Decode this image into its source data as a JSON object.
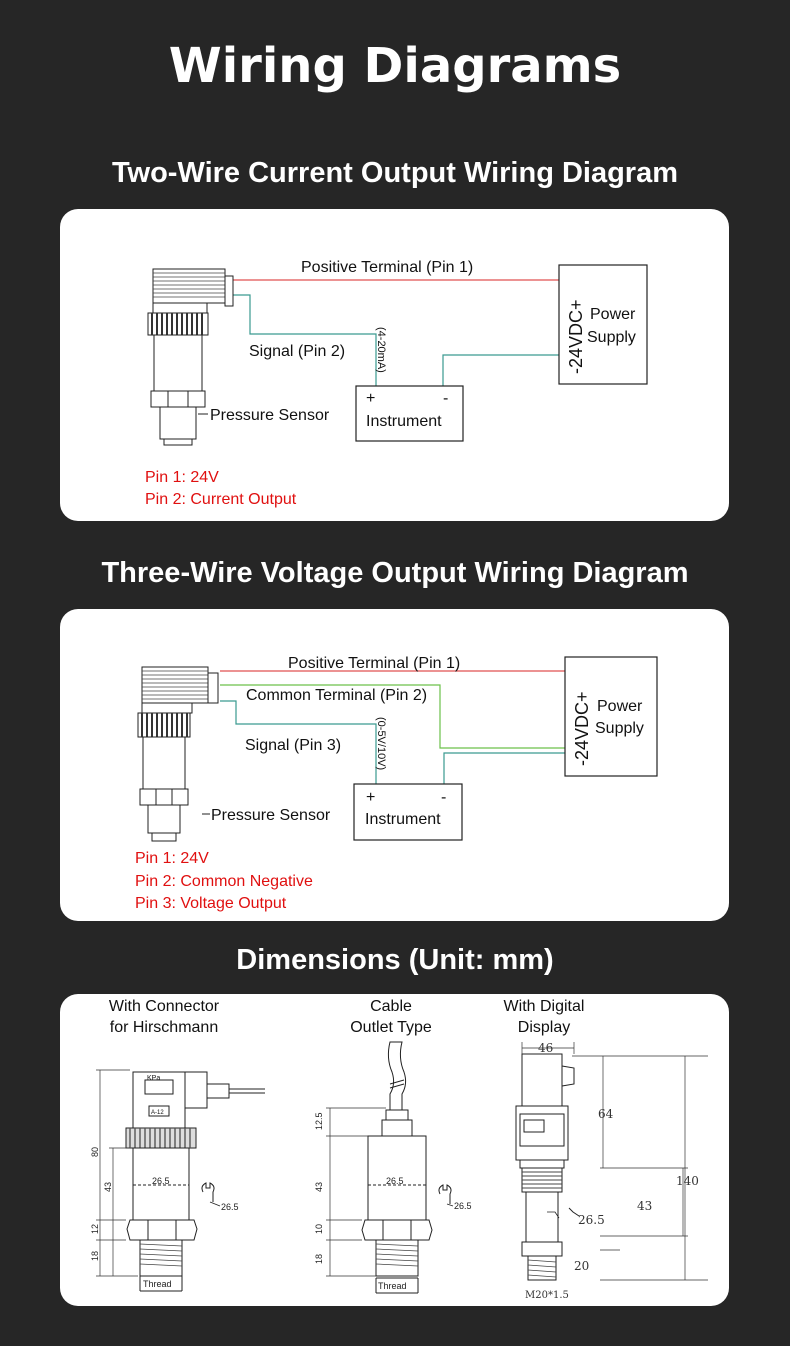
{
  "page": {
    "title": "Wiring Diagrams",
    "section_two_wire": "Two-Wire Current Output Wiring Diagram",
    "section_three_wire": "Three-Wire Voltage Output Wiring Diagram",
    "section_dimensions": "Dimensions (Unit: mm)"
  },
  "two_wire": {
    "positive_terminal": "Positive Terminal (Pin 1)",
    "signal": "Signal (Pin 2)",
    "range": "(4-20mA)",
    "sensor": "Pressure Sensor",
    "instrument": "Instrument",
    "plus": "+",
    "minus": "-",
    "power_line1": "Power",
    "power_line2": "Supply",
    "vdc": "-24VDC+",
    "pin1": "Pin 1: 24V",
    "pin2": "Pin 2: Current Output"
  },
  "three_wire": {
    "positive_terminal": "Positive Terminal (Pin 1)",
    "common_terminal": "Common Terminal (Pin 2)",
    "signal": "Signal (Pin 3)",
    "range": "(0-5V/10V)",
    "sensor": "Pressure Sensor",
    "instrument": "Instrument",
    "plus": "+",
    "minus": "-",
    "power_line1": "Power",
    "power_line2": "Supply",
    "vdc": "-24VDC+",
    "pin1": "Pin 1: 24V",
    "pin2": "Pin 2: Common Negative",
    "pin3": "Pin 3: Voltage Output"
  },
  "dimensions": {
    "hirschmann_line1": "With Connector",
    "hirschmann_line2": "for Hirschmann",
    "cable_line1": "Cable",
    "cable_line2": "Outlet Type",
    "digital_line1": "With Digital",
    "digital_line2": "Display",
    "h_total": "80",
    "h_body": "43",
    "h_hex": "12",
    "h_thread": "18",
    "h_dia": "26.5",
    "h_wrench": "26.5",
    "h_thread_label": "Thread",
    "h_brand": "KPa",
    "h_tag": "A-12",
    "c_top": "12.5",
    "c_body": "43",
    "c_hex": "10",
    "c_thread": "18",
    "c_dia": "26.5",
    "c_wrench": "26.5",
    "c_thread_label": "Thread",
    "d_width": "46",
    "d_top": "64",
    "d_mid": "43",
    "d_total": "140",
    "d_wrench": "26.5",
    "d_bottom": "20",
    "d_thread": "M20*1.5"
  },
  "colors": {
    "background": "#262626",
    "wire_red": "#e05050",
    "wire_teal": "#3a9a90",
    "wire_green": "#6cc04a",
    "pin_text": "#e01010"
  }
}
